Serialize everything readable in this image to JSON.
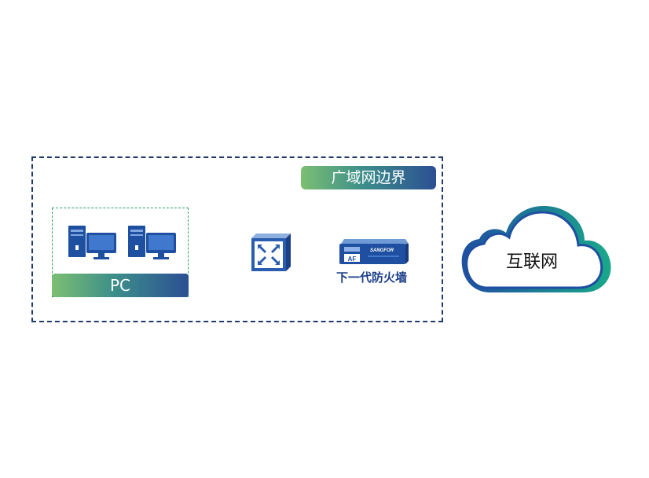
{
  "zone": {
    "label": "广域网边界"
  },
  "pc_group": {
    "label": "PC",
    "device_count": 2
  },
  "firewall": {
    "label": "下一代防火墙",
    "brand_text": "SANGFOR",
    "model_badge": "AF"
  },
  "internet": {
    "label": "互联网"
  },
  "colors": {
    "border_navy": "#1f3a6e",
    "group_green": "#2aa064",
    "gradient_start": "#7cbf72",
    "gradient_end": "#2b4f93",
    "device_blue": "#1f4fa0",
    "cloud_teal": "#1aa88a",
    "link_blue": "#2e4f8f",
    "link_green": "#7cbf72"
  },
  "icons": [
    "desktop-pc-icon",
    "network-switch-icon",
    "firewall-appliance-icon",
    "cloud-icon"
  ]
}
